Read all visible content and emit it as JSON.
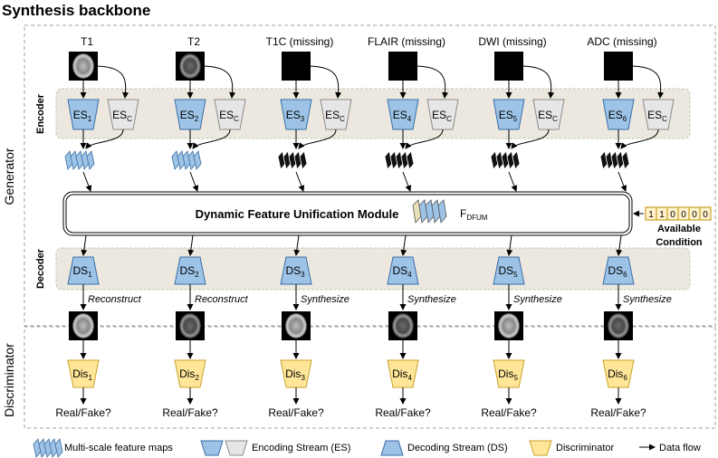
{
  "title": "Synthesis backbone",
  "side_labels": {
    "generator": "Generator",
    "discriminator": "Discriminator"
  },
  "band_labels": {
    "encoder": "Encoder",
    "decoder": "Decoder"
  },
  "modalities": [
    {
      "name": "T1",
      "missing": false,
      "es": "ES",
      "es_sub": "1",
      "esc": "ES",
      "esc_sub": "C",
      "ds": "DS",
      "ds_sub": "1",
      "action": "Reconstruct",
      "dis": "Dis",
      "dis_sub": "1",
      "output": "Real/Fake?"
    },
    {
      "name": "T2",
      "missing": false,
      "es": "ES",
      "es_sub": "2",
      "esc": "ES",
      "esc_sub": "C",
      "ds": "DS",
      "ds_sub": "2",
      "action": "Reconstruct",
      "dis": "Dis",
      "dis_sub": "2",
      "output": "Real/Fake?"
    },
    {
      "name": "T1C (missing)",
      "missing": true,
      "es": "ES",
      "es_sub": "3",
      "esc": "ES",
      "esc_sub": "C",
      "ds": "DS",
      "ds_sub": "3",
      "action": "Synthesize",
      "dis": "Dis",
      "dis_sub": "3",
      "output": "Real/Fake?"
    },
    {
      "name": "FLAIR (missing)",
      "missing": true,
      "es": "ES",
      "es_sub": "4",
      "esc": "ES",
      "esc_sub": "C",
      "ds": "DS",
      "ds_sub": "4",
      "action": "Synthesize",
      "dis": "Dis",
      "dis_sub": "4",
      "output": "Real/Fake?"
    },
    {
      "name": "DWI (missing)",
      "missing": true,
      "es": "ES",
      "es_sub": "5",
      "esc": "ES",
      "esc_sub": "C",
      "ds": "DS",
      "ds_sub": "5",
      "action": "Synthesize",
      "dis": "Dis",
      "dis_sub": "5",
      "output": "Real/Fake?"
    },
    {
      "name": "ADC (missing)",
      "missing": true,
      "es": "ES",
      "es_sub": "6",
      "esc": "ES",
      "esc_sub": "C",
      "ds": "DS",
      "ds_sub": "6",
      "action": "Synthesize",
      "dis": "Dis",
      "dis_sub": "6",
      "output": "Real/Fake?"
    }
  ],
  "dfum": {
    "label": "Dynamic Feature Unification Module",
    "feature": "F",
    "feature_sub": "DFUM"
  },
  "condition": {
    "bits": [
      "1",
      "1",
      "0",
      "0",
      "0",
      "0"
    ],
    "label_line1": "Available",
    "label_line2": "Condition"
  },
  "legend": {
    "feature_maps": "Multi-scale feature maps",
    "encoding": "Encoding Stream (ES)",
    "decoding": "Decoding Stream (DS)",
    "discriminator": "Discriminator",
    "flow": "Data flow"
  },
  "colors": {
    "blue_fill": "#9dc3e6",
    "blue_stroke": "#3a6ea5",
    "gray_fill": "#e7e6e6",
    "gray_stroke": "#8c8c8c",
    "yellow_fill": "#ffe699",
    "yellow_stroke": "#c9a227",
    "band_fill": "#ece8df",
    "band_stroke": "#c9c3b6",
    "frame_stroke": "#a0a0a0"
  }
}
